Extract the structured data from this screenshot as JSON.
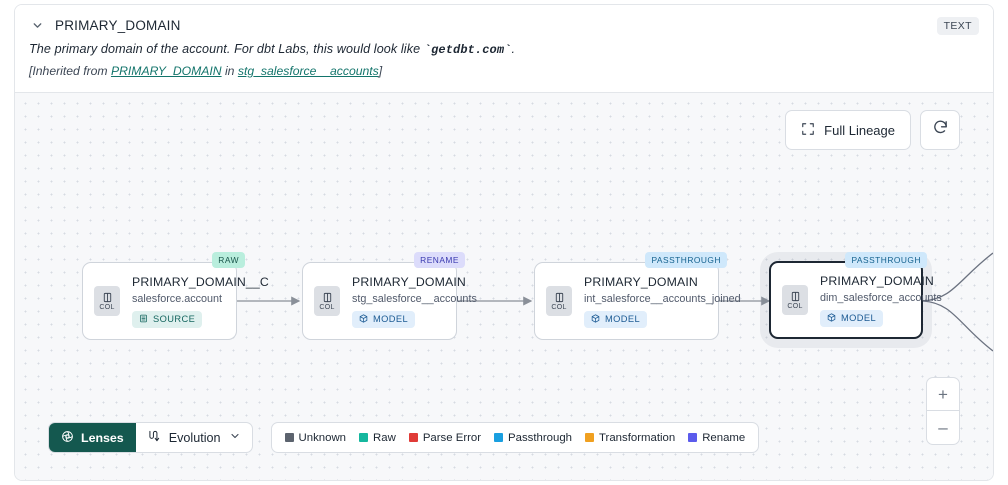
{
  "header": {
    "chevron_icon": "chevron-down-icon",
    "column_name": "PRIMARY_DOMAIN",
    "type_badge": "TEXT",
    "description_prefix": "The primary domain of the account. For dbt Labs, this would look like ",
    "description_code": "`getdbt.com`",
    "description_suffix": ".",
    "inherited_prefix": "[Inherited from ",
    "inherited_link_column": "PRIMARY_DOMAIN",
    "inherited_middle": " in ",
    "inherited_link_model": "stg_salesforce__accounts",
    "inherited_suffix": "]"
  },
  "canvas": {
    "full_lineage_label": "Full Lineage",
    "full_lineage_icon": "expand-corners-icon",
    "refresh_icon": "refresh-icon",
    "zoom_in_label": "+",
    "zoom_out_label": "–"
  },
  "nodes": [
    {
      "kind_badge": "RAW",
      "kind_class": "kind-raw",
      "col_icon": "column-icon",
      "col_label": "COL",
      "title": "PRIMARY_DOMAIN__C",
      "subtitle": "salesforce.account",
      "type_badge": "SOURCE",
      "type_icon": "database-icon",
      "selected": false
    },
    {
      "kind_badge": "RENAME",
      "kind_class": "kind-rename",
      "col_icon": "column-icon",
      "col_label": "COL",
      "title": "PRIMARY_DOMAIN",
      "subtitle": "stg_salesforce__accounts",
      "type_badge": "MODEL",
      "type_icon": "cube-icon",
      "selected": false
    },
    {
      "kind_badge": "PASSTHROUGH",
      "kind_class": "kind-passthrough",
      "col_icon": "column-icon",
      "col_label": "COL",
      "title": "PRIMARY_DOMAIN",
      "subtitle": "int_salesforce__accounts_joined",
      "type_badge": "MODEL",
      "type_icon": "cube-icon",
      "selected": false
    },
    {
      "kind_badge": "PASSTHROUGH",
      "kind_class": "kind-passthrough",
      "col_icon": "column-icon",
      "col_label": "COL",
      "title": "PRIMARY_DOMAIN",
      "subtitle": "dim_salesforce_accounts",
      "type_badge": "MODEL",
      "type_icon": "cube-icon",
      "selected": true
    }
  ],
  "toolbar": {
    "lenses_label": "Lenses",
    "lenses_icon": "lens-icon",
    "lenses_color": "#14584f",
    "evolution_label": "Evolution",
    "evolution_icon": "evolution-icon",
    "evolution_chevron": "chevron-down-icon"
  },
  "legend": [
    {
      "label": "Unknown",
      "color": "#5c636e"
    },
    {
      "label": "Raw",
      "color": "#15b79e"
    },
    {
      "label": "Parse Error",
      "color": "#e03b37"
    },
    {
      "label": "Passthrough",
      "color": "#1a9fe0"
    },
    {
      "label": "Transformation",
      "color": "#f0a020"
    },
    {
      "label": "Rename",
      "color": "#5b5bec"
    }
  ]
}
